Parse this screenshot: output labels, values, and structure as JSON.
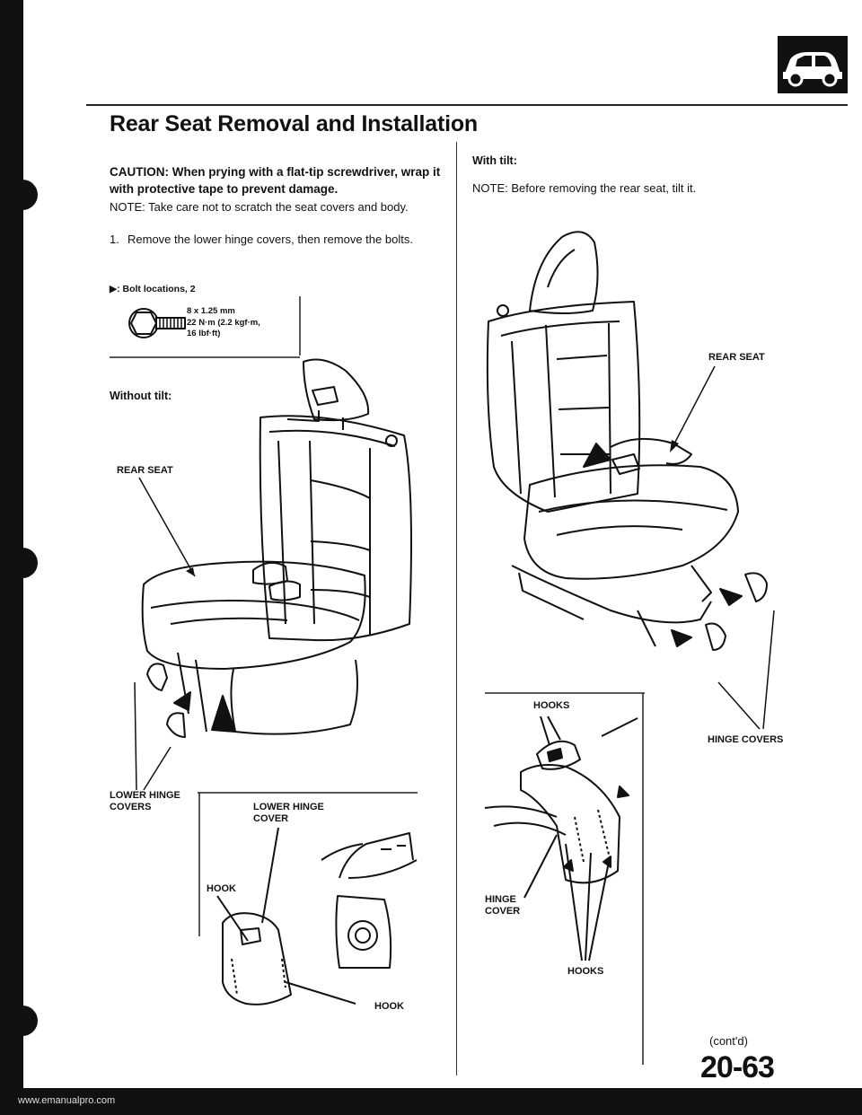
{
  "page": {
    "title": "Rear Seat Removal and Installation",
    "caution": "CAUTION: When prying with a flat-tip screwdriver, wrap it with protective tape to prevent damage.",
    "note": "NOTE: Take care not to scratch the seat covers and body.",
    "step_number": "1.",
    "step_text": "Remove the lower hinge covers, then remove the bolts.",
    "bolt_legend": "▶: Bolt locations, 2",
    "bolt_spec": [
      "8 x 1.25 mm",
      "22 N·m (2.2 kgf·m,",
      "16 lbf·ft)"
    ],
    "without_tilt": "Without tilt:",
    "with_tilt": "With tilt:",
    "with_tilt_note": "NOTE: Before removing the rear seat, tilt it.",
    "cont": "(cont'd)",
    "page_number": "20-63",
    "watermark": "www.emanualpro.com"
  },
  "labels": {
    "rear_seat_left": "REAR SEAT",
    "rear_seat_right": "REAR SEAT",
    "lower_hinge_covers": [
      "LOWER HINGE",
      "COVERS"
    ],
    "lower_hinge_cover_detail": [
      "LOWER HINGE",
      "COVER"
    ],
    "hook_top": "HOOK",
    "hook_bottom": "HOOK",
    "hinge_covers": "HINGE COVERS",
    "hooks_top": "HOOKS",
    "hinge_cover_detail": [
      "HINGE",
      "COVER"
    ],
    "hooks_bottom": "HOOKS"
  },
  "icons": {
    "vehicle": "hatchback-car-icon",
    "bolt": "flange-bolt-icon",
    "arrow": "pointer-arrow-icon"
  }
}
